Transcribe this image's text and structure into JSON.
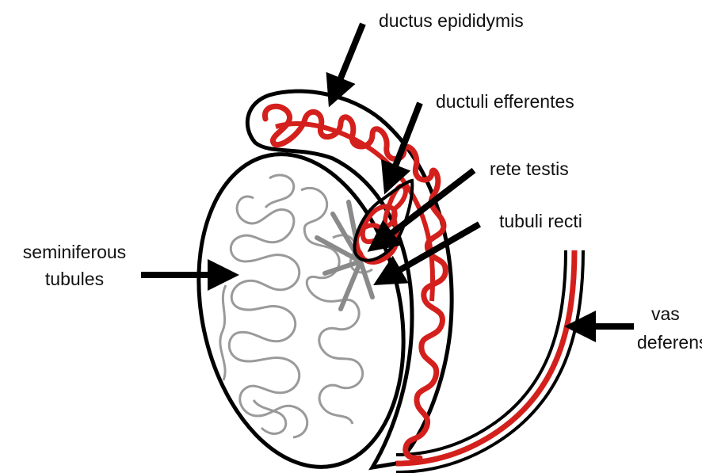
{
  "labels": {
    "ductus_epididymis": "ductus epididymis",
    "ductuli_efferentes": "ductuli efferentes",
    "rete_testis": "rete testis",
    "tubuli_recti": "tubuli recti",
    "seminiferous_line1": "seminiferous",
    "seminiferous_line2": "tubules",
    "vas_line1": "vas",
    "vas_line2": "deferens"
  },
  "colors": {
    "outline": "#000000",
    "duct_red": "#d4201c",
    "tubule_gray": "#9a9a9a",
    "background": "#ffffff"
  }
}
